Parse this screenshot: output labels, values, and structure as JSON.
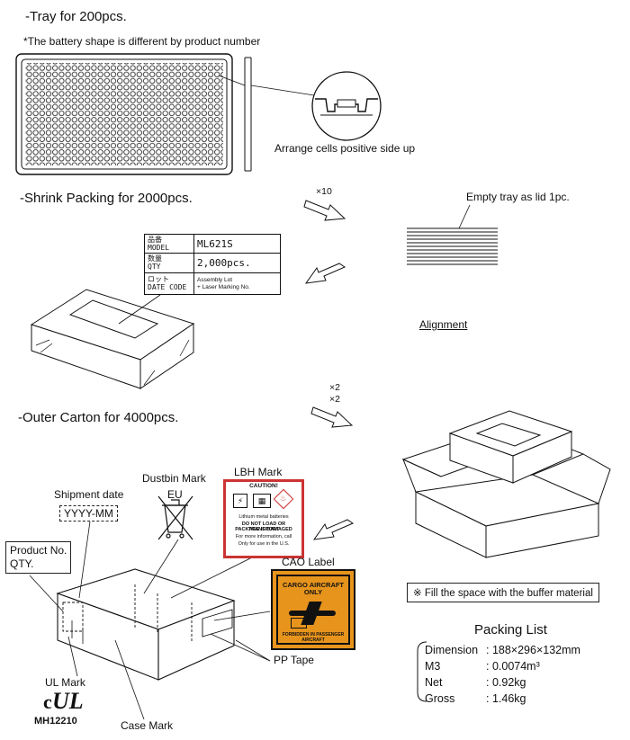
{
  "sections": {
    "tray_title": "-Tray for 200pcs.",
    "tray_note": "*The battery shape is different by product number",
    "arrange_note": "Arrange cells positive side up",
    "shrink_title": "-Shrink Packing for 2000pcs.",
    "times10": "×10",
    "empty_tray": "Empty tray as lid 1pc.",
    "alignment": "Alignment",
    "outer_title": "-Outer Carton for 4000pcs.",
    "times2a": "×2",
    "times2b": "×2"
  },
  "shrink_label": {
    "model_key_jp": "品番",
    "model_key": "MODEL",
    "model_value": "ML621S",
    "qty_key_jp": "数量",
    "qty_key": "QTY",
    "qty_value": "2,000pcs.",
    "date_key_jp": "ロット",
    "date_key": "DATE CODE",
    "date_value_1": "Assembly Lot",
    "date_value_2": "+ Laser Marking No."
  },
  "carton_labels": {
    "dustbin_mark": "Dustbin Mark",
    "eu": "EU",
    "lbh_mark": "LBH Mark",
    "lbh_caution": "CAUTION!",
    "lbh_line1": "Lithium metal batteries",
    "lbh_line2": "DO NOT LOAD OR TRANSPORT",
    "lbh_line3": "PACKAGE IF DAMAGED",
    "lbh_line4": "For more information, call",
    "lbh_line5": "Only for use in the U.S.",
    "shipment_date": "Shipment date",
    "date_format": "YYYY-MM",
    "product_no": "Product No.",
    "qty": "QTY.",
    "cao_label": "CAO Label",
    "cao_line1": "CARGO AIRCRAFT",
    "cao_line2": "ONLY",
    "cao_line3": "FORBIDDEN IN PASSENGER AIRCRAFT",
    "pp_tape": "PP Tape",
    "ul_mark": "UL Mark",
    "ul_code": "MH12210",
    "case_mark": "Case Mark"
  },
  "buffer_note": "※ Fill the space with the buffer material",
  "packing_list": {
    "title": "Packing List",
    "rows": [
      {
        "key": "Dimension",
        "value": ": 188×296×132mm"
      },
      {
        "key": "M3",
        "value": ": 0.0074m³"
      },
      {
        "key": "Net",
        "value": ": 0.92kg"
      },
      {
        "key": "Gross",
        "value": ": 1.46kg"
      }
    ]
  }
}
